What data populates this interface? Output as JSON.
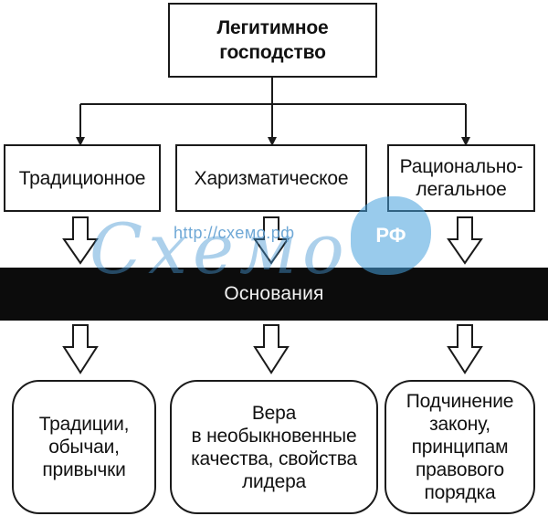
{
  "top": {
    "label": "Легитимное\nгосподство"
  },
  "types": [
    {
      "label": "Традиционное"
    },
    {
      "label": "Харизматическое"
    },
    {
      "label": "Рационально-\nлегальное"
    }
  ],
  "basis": {
    "label": "Основания"
  },
  "results": [
    {
      "label": "Традиции,\nобычаи,\nпривычки"
    },
    {
      "label": "Вера\nв необыкновенные\nкачества, свойства\nлидера"
    },
    {
      "label": "Подчинение\nзакону,\nпринципам\nправового\nпорядка"
    }
  ],
  "watermark": {
    "url": "http://схемо.рф",
    "logo": "Схемо",
    "badge": "РФ"
  },
  "colors": {
    "line": "#1a1a1a",
    "band": "#0c0c0c",
    "watermark": "#4696d2"
  }
}
